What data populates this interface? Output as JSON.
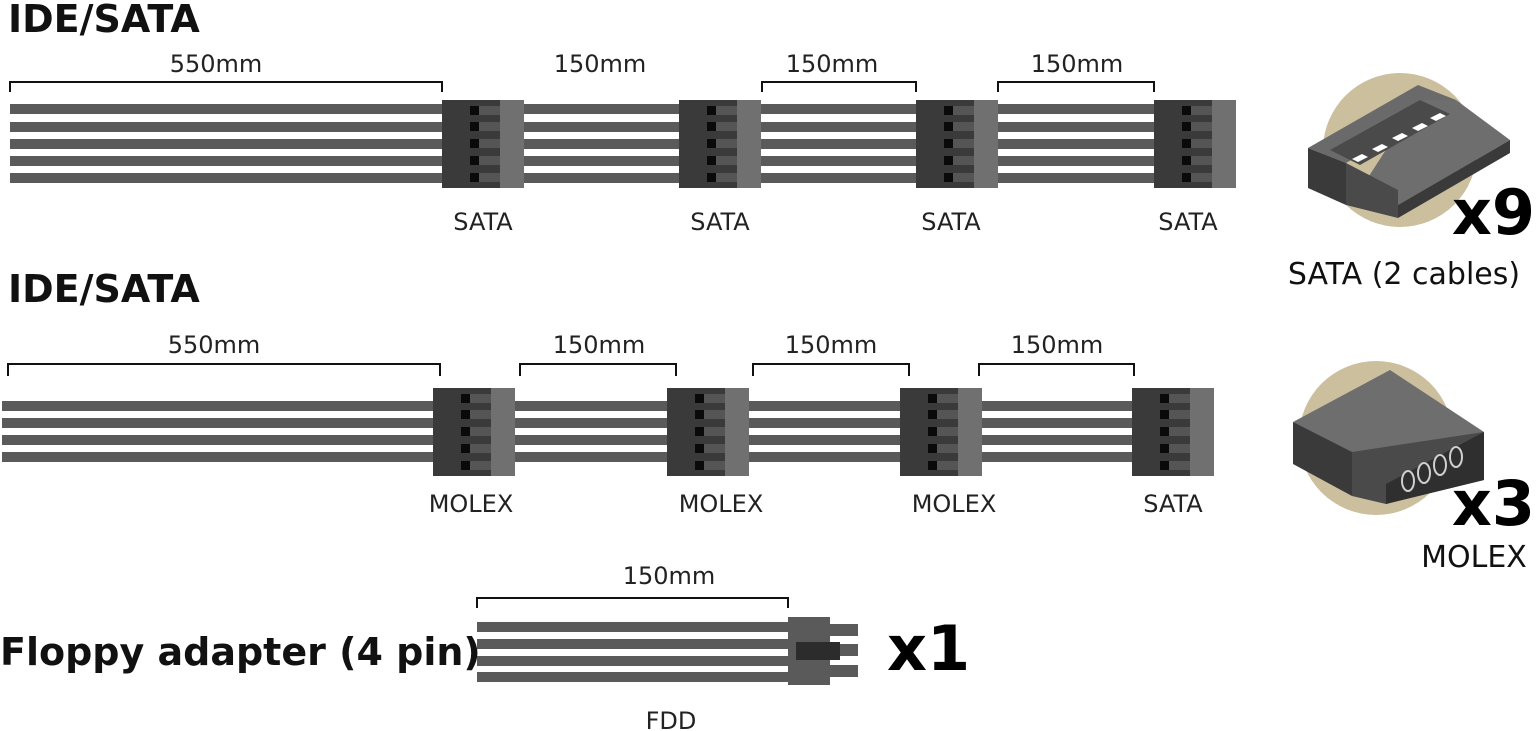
{
  "colors": {
    "wire": "#5a5a5a",
    "connector_body": "#3a3a3a",
    "connector_cap": "#707070",
    "pin": "#0a0a0a",
    "circle": "#cbbf9e",
    "bracket": "#111111"
  },
  "cables": [
    {
      "title": "IDE/SATA",
      "lengths": [
        "550mm",
        "150mm",
        "150mm",
        "150mm"
      ],
      "connectors": [
        "SATA",
        "SATA",
        "SATA",
        "SATA"
      ]
    },
    {
      "title": "IDE/SATA",
      "lengths": [
        "550mm",
        "150mm",
        "150mm",
        "150mm"
      ],
      "connectors": [
        "MOLEX",
        "MOLEX",
        "MOLEX",
        "SATA"
      ]
    }
  ],
  "summary": [
    {
      "icon": "sata-connector-icon",
      "count": "x9",
      "caption": "SATA (2 cables)"
    },
    {
      "icon": "molex-connector-icon",
      "count": "x3",
      "caption": "MOLEX"
    }
  ],
  "floppy": {
    "title": "Floppy adapter (4 pin)",
    "length": "150mm",
    "connector": "FDD",
    "count": "x1"
  }
}
